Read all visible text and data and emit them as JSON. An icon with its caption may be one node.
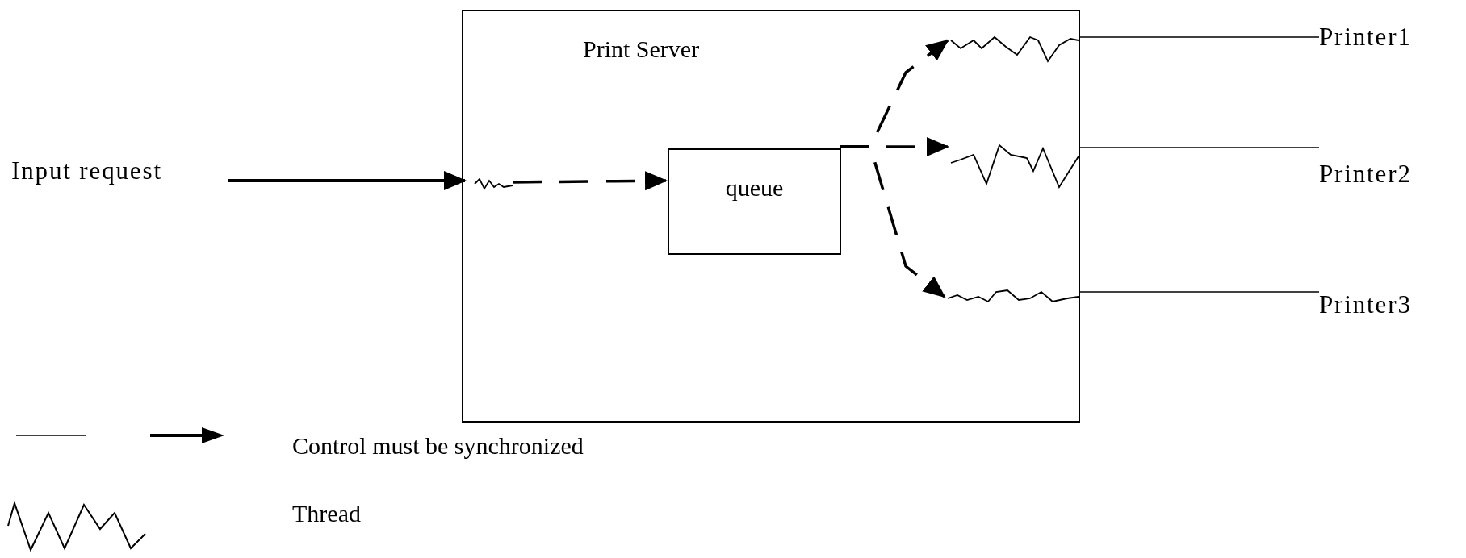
{
  "diagram": {
    "nodes": [
      {
        "text": [
          "Input request"
        ]
      },
      {
        "text": [
          "Print Server"
        ]
      },
      {
        "text": [],
        "shape": "wave",
        "in": 1
      },
      {
        "text": [
          "queue"
        ],
        "in": 1
      },
      {
        "text": [],
        "shape": "wave",
        "in": 1
      },
      {
        "text": [],
        "shape": "wave",
        "in": 1
      },
      {
        "text": [],
        "shape": "wave",
        "in": 1
      },
      {
        "text": [
          "Printer1"
        ]
      },
      {
        "text": [
          "Printer2"
        ]
      },
      {
        "text": [
          "Printer3"
        ]
      }
    ],
    "edges": [
      {
        "from": 0,
        "to": 2,
        "arrow": "to"
      },
      {
        "from": 2,
        "to": 3,
        "arrow": "to",
        "style": "dashed"
      },
      {
        "from": 3,
        "to": 4,
        "arrow": "to",
        "style": "dashed"
      },
      {
        "from": 3,
        "to": 5,
        "arrow": "to",
        "style": "dashed"
      },
      {
        "from": 3,
        "to": 6,
        "arrow": "to",
        "style": "dashed"
      },
      {
        "from": 4,
        "to": 7,
        "arrow": "none"
      },
      {
        "from": 5,
        "to": 8,
        "arrow": "none"
      },
      {
        "from": 6,
        "to": 9,
        "arrow": "none"
      }
    ],
    "legend": [
      {
        "text": "Control must be synchronized"
      },
      {
        "text": "Thread"
      }
    ]
  }
}
